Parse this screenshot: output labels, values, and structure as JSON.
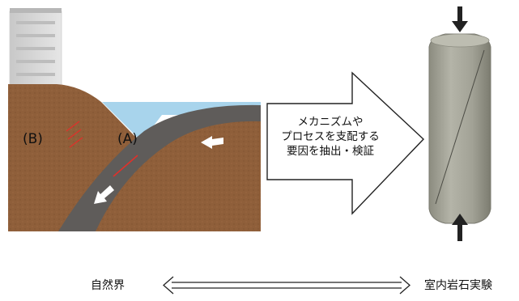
{
  "cross_section": {
    "label_b": "(B)",
    "label_a": "(A)"
  },
  "process_arrow": {
    "lines": [
      "メカニズムや",
      "プロセスを支配する",
      "要因を抽出・検証"
    ]
  },
  "scale_axis": {
    "left_label": "自然界",
    "right_label": "室内岩石実験"
  },
  "colors": {
    "soil": "#8f5f3a",
    "slab": "#5f5c5a",
    "water": "#a8d4ec",
    "fault_red": "#e0302a",
    "rock": "#a8a89a"
  }
}
